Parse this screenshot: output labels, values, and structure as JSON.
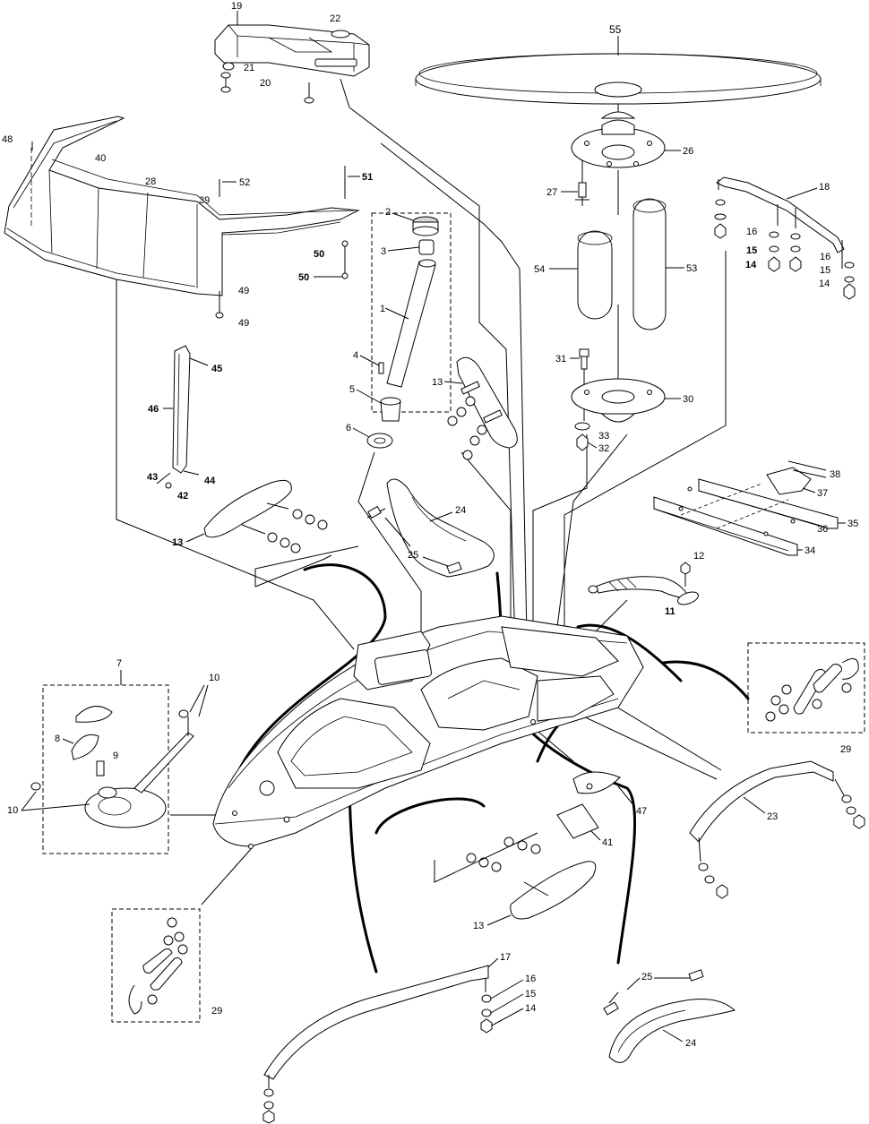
{
  "callouts": [
    {
      "id": "c55",
      "text": "55"
    },
    {
      "id": "c26",
      "text": "26"
    },
    {
      "id": "c27",
      "text": "27"
    },
    {
      "id": "c54",
      "text": "54"
    },
    {
      "id": "c53",
      "text": "53"
    },
    {
      "id": "c31",
      "text": "31"
    },
    {
      "id": "c30",
      "text": "30"
    },
    {
      "id": "c33",
      "text": "33"
    },
    {
      "id": "c32",
      "text": "32"
    },
    {
      "id": "c18",
      "text": "18"
    },
    {
      "id": "c16a",
      "text": "16"
    },
    {
      "id": "c15a",
      "text": "15"
    },
    {
      "id": "c14a",
      "text": "14"
    },
    {
      "id": "c16b",
      "text": "16"
    },
    {
      "id": "c15b",
      "text": "15"
    },
    {
      "id": "c14b",
      "text": "14"
    },
    {
      "id": "c19",
      "text": "19"
    },
    {
      "id": "c22",
      "text": "22"
    },
    {
      "id": "c21",
      "text": "21"
    },
    {
      "id": "c20",
      "text": "20"
    },
    {
      "id": "c48",
      "text": "48"
    },
    {
      "id": "c40",
      "text": "40"
    },
    {
      "id": "c28",
      "text": "28"
    },
    {
      "id": "c39",
      "text": "39"
    },
    {
      "id": "c52",
      "text": "52"
    },
    {
      "id": "c51",
      "text": "51"
    },
    {
      "id": "c50a",
      "text": "50"
    },
    {
      "id": "c50b",
      "text": "50"
    },
    {
      "id": "c49a",
      "text": "49"
    },
    {
      "id": "c49b",
      "text": "49"
    },
    {
      "id": "c2",
      "text": "2"
    },
    {
      "id": "c3",
      "text": "3"
    },
    {
      "id": "c1",
      "text": "1"
    },
    {
      "id": "c4",
      "text": "4"
    },
    {
      "id": "c5",
      "text": "5"
    },
    {
      "id": "c6",
      "text": "6"
    },
    {
      "id": "c13a",
      "text": "13"
    },
    {
      "id": "c45",
      "text": "45"
    },
    {
      "id": "c46",
      "text": "46"
    },
    {
      "id": "c43",
      "text": "43"
    },
    {
      "id": "c44",
      "text": "44"
    },
    {
      "id": "c42",
      "text": "42"
    },
    {
      "id": "c13b",
      "text": "13"
    },
    {
      "id": "c24a",
      "text": "24"
    },
    {
      "id": "c25a",
      "text": "25"
    },
    {
      "id": "c38",
      "text": "38"
    },
    {
      "id": "c37",
      "text": "37"
    },
    {
      "id": "c35",
      "text": "35"
    },
    {
      "id": "c36",
      "text": "36"
    },
    {
      "id": "c34",
      "text": "34"
    },
    {
      "id": "c12",
      "text": "12"
    },
    {
      "id": "c11",
      "text": "11"
    },
    {
      "id": "c29a",
      "text": "29"
    },
    {
      "id": "c7",
      "text": "7"
    },
    {
      "id": "c10a",
      "text": "10"
    },
    {
      "id": "c8",
      "text": "8"
    },
    {
      "id": "c9",
      "text": "9"
    },
    {
      "id": "c10b",
      "text": "10"
    },
    {
      "id": "c47",
      "text": "47"
    },
    {
      "id": "c23",
      "text": "23"
    },
    {
      "id": "c41",
      "text": "41"
    },
    {
      "id": "c13c",
      "text": "13"
    },
    {
      "id": "c29b",
      "text": "29"
    },
    {
      "id": "c17",
      "text": "17"
    },
    {
      "id": "c16c",
      "text": "16"
    },
    {
      "id": "c15c",
      "text": "15"
    },
    {
      "id": "c14c",
      "text": "14"
    },
    {
      "id": "c25b",
      "text": "25"
    },
    {
      "id": "c24b",
      "text": "24"
    }
  ]
}
